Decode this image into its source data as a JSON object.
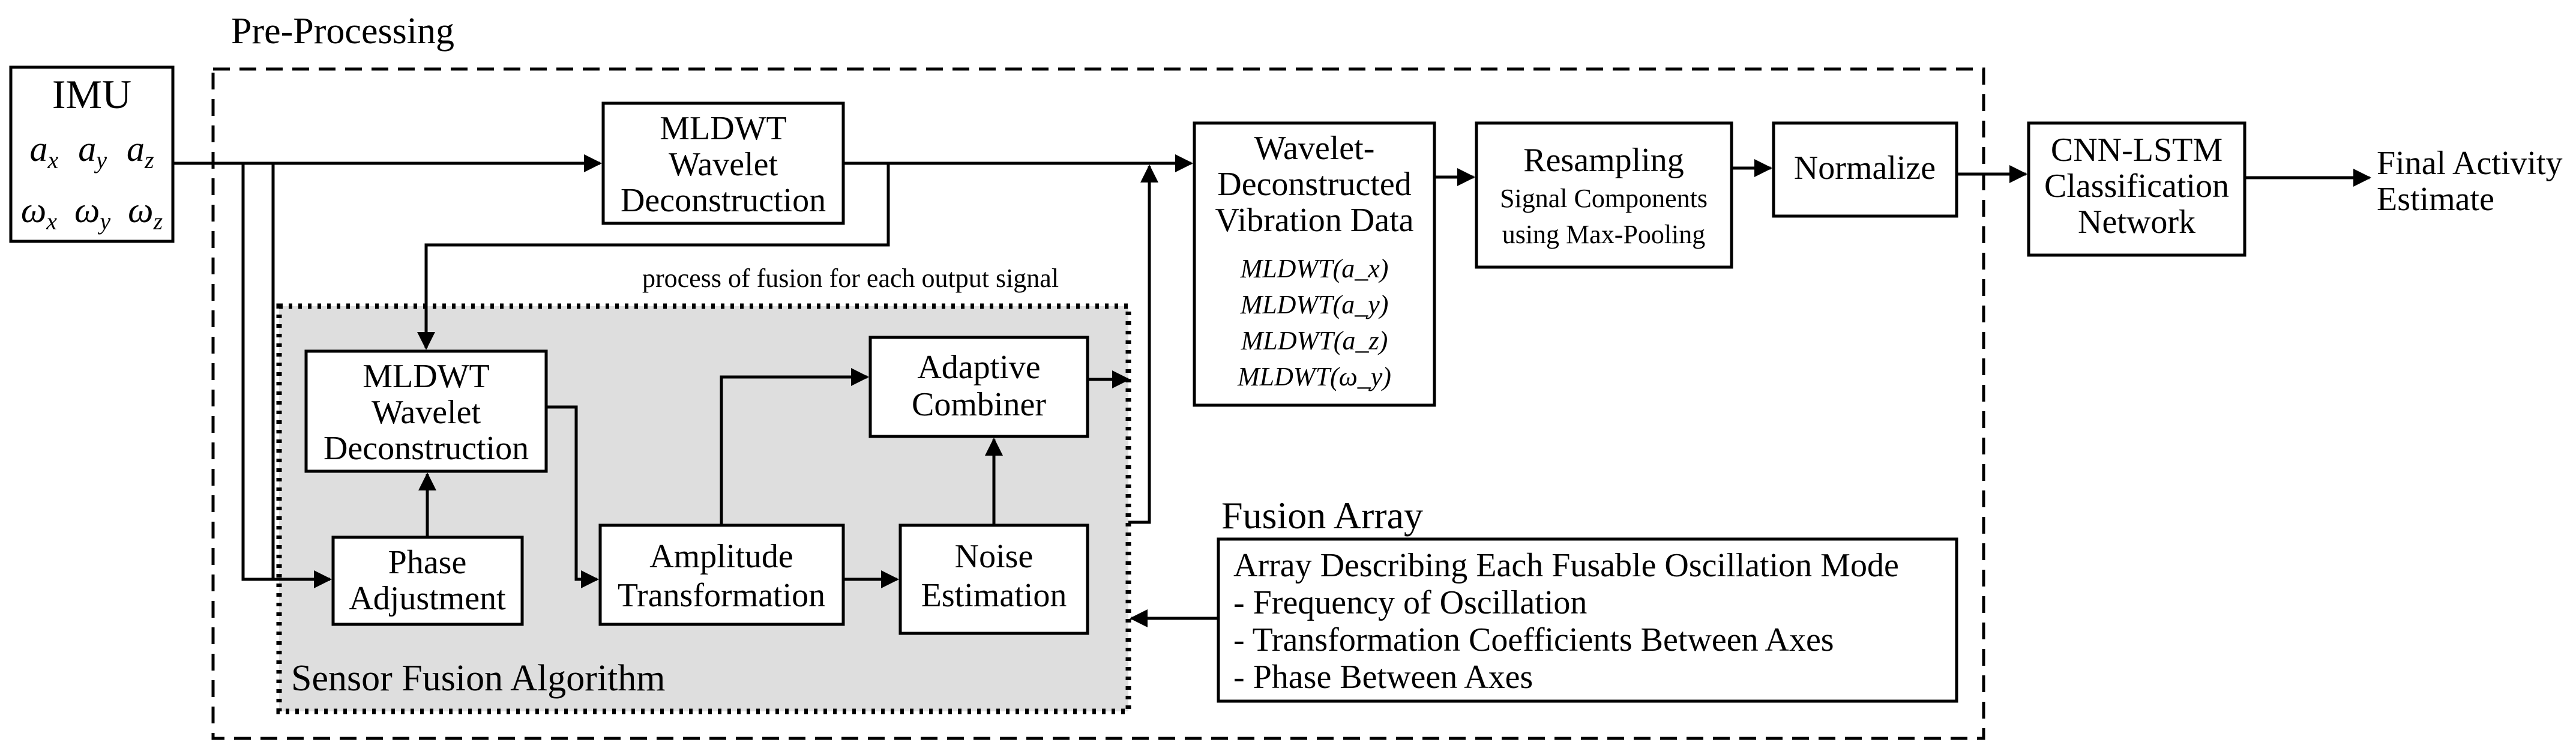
{
  "preprocessing": {
    "title": "Pre-Processing"
  },
  "imu": {
    "title": "IMU",
    "accel": [
      "a_x",
      "a_y",
      "a_z"
    ],
    "gyro": [
      "ω_x",
      "ω_y",
      "ω_z"
    ]
  },
  "mldwt_top": {
    "lines": [
      "MLDWT",
      "Wavelet",
      "Deconstruction"
    ]
  },
  "fusion_note": "process of fusion for each output signal",
  "sensor_fusion": {
    "title": "Sensor Fusion Algorithm",
    "mldwt_inner": {
      "lines": [
        "MLDWT",
        "Wavelet",
        "Deconstruction"
      ]
    },
    "phase": {
      "lines": [
        "Phase",
        "Adjustment"
      ]
    },
    "amplitude": {
      "lines": [
        "Amplitude",
        "Transformation"
      ]
    },
    "noise": {
      "lines": [
        "Noise",
        "Estimation"
      ]
    },
    "combiner": {
      "lines": [
        "Adaptive",
        "Combiner"
      ]
    }
  },
  "wavelet_data": {
    "lines": [
      "Wavelet-",
      "Deconstructed",
      "Vibration Data"
    ],
    "signals": [
      "MLDWT(a_x)",
      "MLDWT(a_y)",
      "MLDWT(a_z)",
      "MLDWT(ω_y)"
    ]
  },
  "resampling": {
    "lines": [
      "Resampling",
      "Signal Components",
      "using Max-Pooling"
    ]
  },
  "normalize": {
    "label": "Normalize"
  },
  "cnn": {
    "lines": [
      "CNN-LSTM",
      "Classification",
      "Network"
    ]
  },
  "output": {
    "lines": [
      "Final Activity",
      "Estimate"
    ]
  },
  "fusion_array": {
    "title": "Fusion Array",
    "lines": [
      "Array Describing Each Fusable Oscillation Mode",
      "- Frequency of Oscillation",
      "- Transformation Coefficients Between Axes",
      "- Phase Between Axes"
    ]
  }
}
